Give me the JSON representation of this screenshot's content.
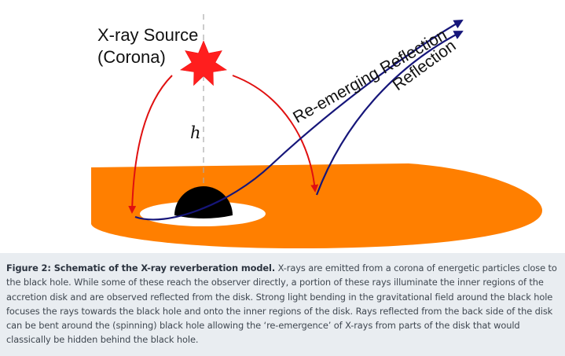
{
  "figure": {
    "source_label_line1": "X-ray Source",
    "source_label_line2": "(Corona)",
    "height_label": "h",
    "reemerging_label": "Re-emerging Reflection",
    "reflection_label": "Reflection",
    "colors": {
      "disk": "#ff7f00",
      "black_hole": "#000000",
      "corona": "#ff1e1e",
      "emission_arrows": "#e01010",
      "reflection_arrows": "#16167a",
      "axis_line": "#aaaaaa"
    }
  },
  "caption": {
    "bold": "Figure 2: Schematic of the X-ray reverberation model.",
    "text": " X-rays are emitted from a corona of energetic particles close to the black hole. While some of these reach the observer directly, a portion of these rays illuminate the inner regions of the accretion disk and are observed reflected from the disk. Strong light bending in the gravitational field around the black hole focuses the rays towards the black hole and onto the inner regions of the disk. Rays reflected from the back side of the disk can be bent around the (spinning) black hole allowing the ‘re-emergence’ of X-rays from parts of the disk that would classically be hidden behind the black hole."
  }
}
